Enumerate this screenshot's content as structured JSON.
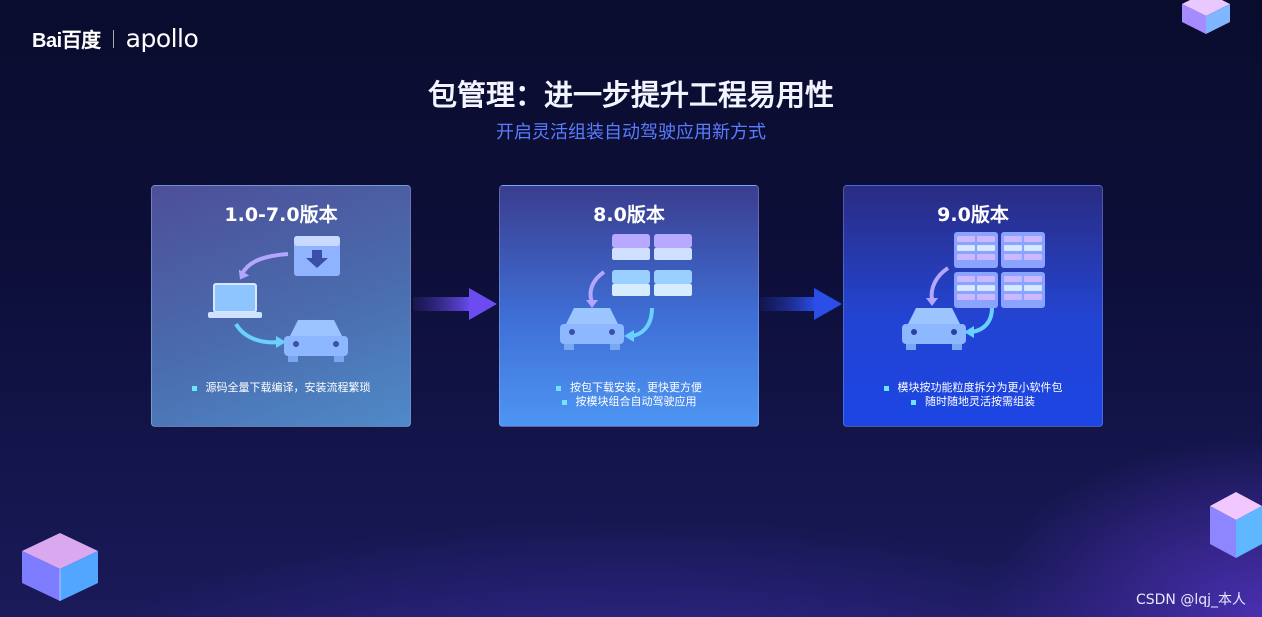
{
  "brand": {
    "baidu": "Bai百度",
    "apollo": "apollo"
  },
  "header": {
    "title": "包管理：进一步提升工程易用性",
    "subtitle": "开启灵活组装自动驾驶应用新方式"
  },
  "cards": [
    {
      "title": "1.0-7.0版本",
      "bullets": [
        "源码全量下载编译，安装流程繁琐"
      ]
    },
    {
      "title": "8.0版本",
      "bullets": [
        "按包下载安装，更快更方便",
        "按模块组合自动驾驶应用"
      ]
    },
    {
      "title": "9.0版本",
      "bullets": [
        "模块按功能粒度拆分为更小软件包",
        "随时随地灵活按需组装"
      ]
    }
  ],
  "watermark": "CSDN @lqj_本人",
  "colors": {
    "accent": "#5a7dff",
    "bullet": "#6fe3ff",
    "background": "#0d0f3a"
  },
  "icons": [
    "download-box-icon",
    "laptop-icon",
    "car-icon",
    "package-block-icon",
    "arrow-icon"
  ]
}
